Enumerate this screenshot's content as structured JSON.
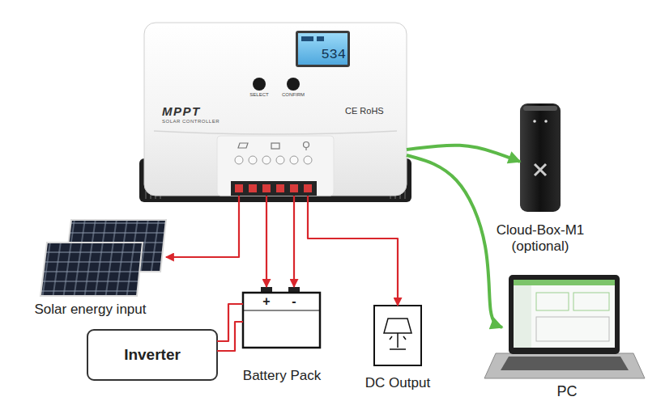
{
  "diagram": {
    "nodes": [
      {
        "text": [
          "MPPT",
          "SOLAR CONTROLLER",
          "SELECT",
          "CONFIRM",
          "CE RoHS"
        ]
      },
      {
        "text": [
          "534"
        ],
        "in": 0
      },
      {
        "text": [
          "Cloud-Box-M1 (optional)"
        ]
      },
      {
        "text": [
          "Solar energy input"
        ]
      },
      {
        "text": [
          "PC"
        ]
      },
      {
        "text": [
          "Inverter"
        ]
      },
      {
        "text": [
          "+",
          "-",
          "Battery Pack"
        ]
      },
      {
        "text": [
          "DC Output"
        ]
      }
    ],
    "edges": [
      {
        "from": 0,
        "to": 3,
        "arrow": "to"
      },
      {
        "from": 0,
        "to": 6,
        "arrow": "to"
      },
      {
        "from": 0,
        "to": 6,
        "arrow": "to"
      },
      {
        "from": 0,
        "to": 7,
        "arrow": "to"
      },
      {
        "from": 5,
        "to": 6,
        "arrow": "none"
      },
      {
        "from": 5,
        "to": 6,
        "arrow": "none"
      },
      {
        "from": 0,
        "to": 2,
        "arrow": "to"
      },
      {
        "from": 0,
        "to": 4,
        "arrow": "to"
      }
    ]
  }
}
